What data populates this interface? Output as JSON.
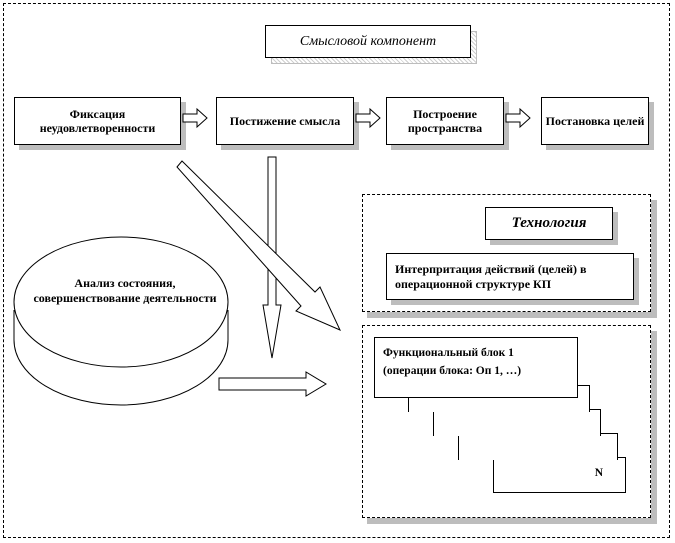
{
  "title": "Смысловой компонент",
  "steps": [
    "Фиксация неудовлетворенности",
    "Постижение смысла",
    "Построение пространства",
    "Постановка целей"
  ],
  "technology": {
    "title": "Технология",
    "interpretation": "Интерпритация действий (целей) в операционной структуре КП"
  },
  "analysis": "Анализ состояния, совершенствование деятельности",
  "functional_block": {
    "line1": "Функциональный блок 1",
    "line2": "(операции блока: Оп 1, …)",
    "last_label": "N"
  }
}
